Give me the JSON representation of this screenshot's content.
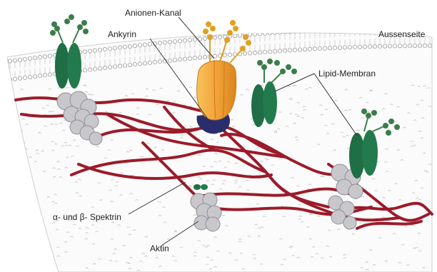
{
  "labels": {
    "anion_channel": "Anionen-Kanal",
    "ankyrin": "Ankyrin",
    "outside": "Aussenseite",
    "lipid_membrane": "Lipid-Membran",
    "spectrin": "α- und β- Spektrin",
    "actin": "Aktin"
  },
  "colors": {
    "spectrin": "#9b1b2a",
    "glycoprotein": "#1f6e45",
    "anion_channel": "#f2a23a",
    "ankyrin": "#2a2d6b",
    "actin": "#c8c8cc",
    "sugar_green": "#3a7d4a",
    "sugar_gold": "#e0a020"
  }
}
